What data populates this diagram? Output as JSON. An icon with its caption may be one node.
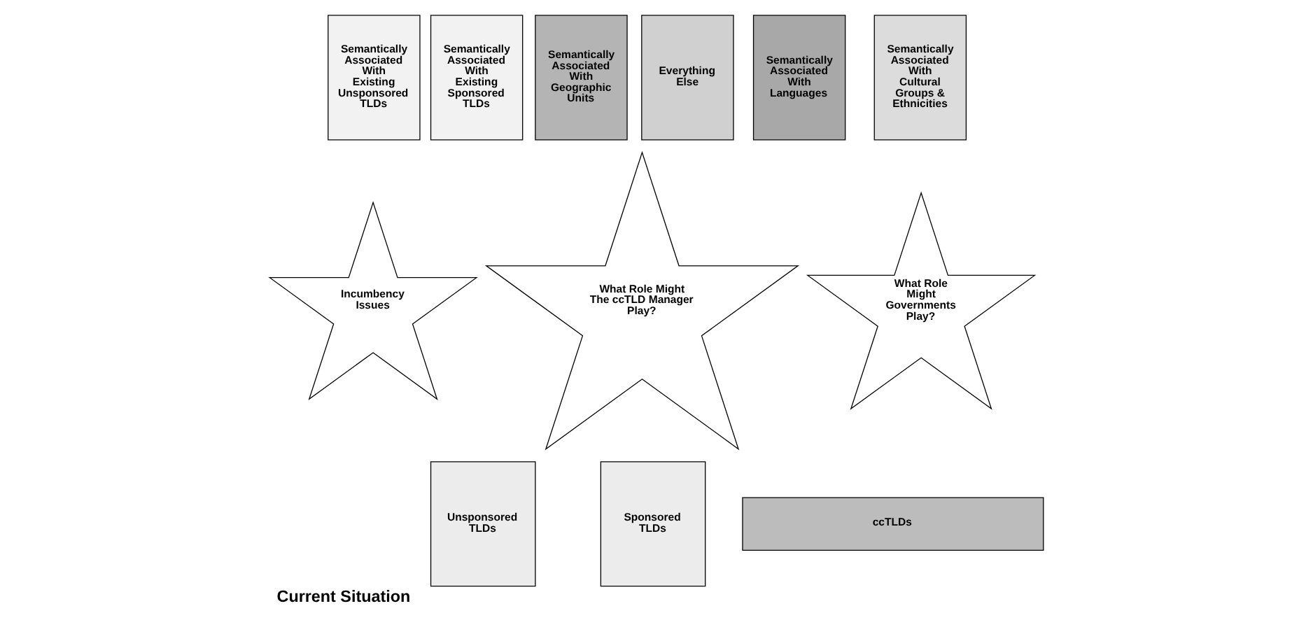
{
  "diagram": {
    "caption": "Current Situation",
    "nodes": [
      {
        "text": [
          "Semantically Associated With Existing Unsponsored TLDs"
        ]
      },
      {
        "text": [
          "Semantically Associated With Existing Sponsored TLDs"
        ]
      },
      {
        "text": [
          "Semantically Associated With Geographic Units"
        ]
      },
      {
        "text": [
          "Everything Else"
        ]
      },
      {
        "text": [
          "Semantically Associated With Languages"
        ]
      },
      {
        "text": [
          "Semantically Associated With Cultural Groups & Ethnicities"
        ]
      },
      {
        "text": [
          "Incumbency Issues"
        ]
      },
      {
        "text": [
          "What Role Might The ccTLD Manager Play?"
        ]
      },
      {
        "text": [
          "What Role Might Governments Play?"
        ]
      },
      {
        "text": [
          "Unsponsored TLDs"
        ]
      },
      {
        "text": [
          "Sponsored TLDs"
        ]
      },
      {
        "text": [
          "ccTLDs"
        ]
      }
    ],
    "edges": []
  }
}
